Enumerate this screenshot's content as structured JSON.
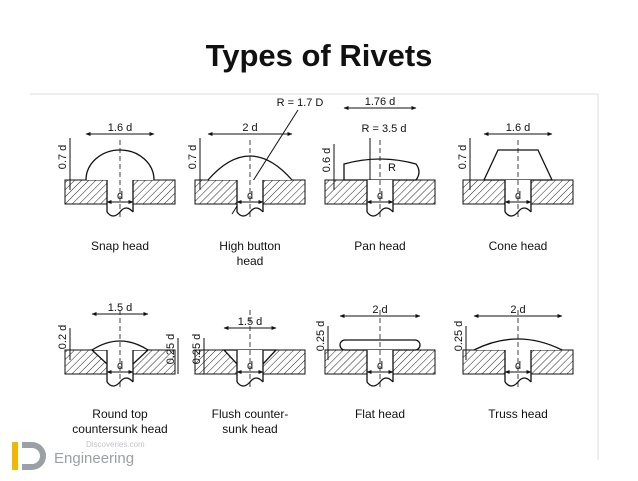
{
  "title": "Types of Rivets",
  "rivets": [
    {
      "name_lines": [
        "Snap head"
      ],
      "dims": [
        "0.7 d",
        "1.6 d",
        "d"
      ]
    },
    {
      "name_lines": [
        "High button",
        "head"
      ],
      "dims": [
        "0.7 d",
        "2 d",
        "R = 1.7 D",
        "d"
      ]
    },
    {
      "name_lines": [
        "Pan head"
      ],
      "dims": [
        "0.6 d",
        "1.76 d",
        "R = 3.5 d",
        "R",
        "d"
      ]
    },
    {
      "name_lines": [
        "Cone head"
      ],
      "dims": [
        "0.7 d",
        "1.6 d",
        "d"
      ]
    },
    {
      "name_lines": [
        "Round top",
        "countersunk head"
      ],
      "dims": [
        "0.2 d",
        "1.5 d",
        "0.25 d",
        "d"
      ]
    },
    {
      "name_lines": [
        "Flush counter-",
        "sunk head"
      ],
      "dims": [
        "0.25 d",
        "1.5 d",
        "d"
      ]
    },
    {
      "name_lines": [
        "Flat head"
      ],
      "dims": [
        "0.25 d",
        "2 d",
        "d"
      ]
    },
    {
      "name_lines": [
        "Truss head"
      ],
      "dims": [
        "0.25 d",
        "2 d",
        "d"
      ]
    }
  ],
  "logo": {
    "word": "Engineering",
    "site": "Discoveries.com",
    "icon": "ed-logo-icon"
  },
  "colors": {
    "ink": "#111111",
    "logo_yellow": "#f2b705",
    "logo_grey": "#9aa0a6"
  }
}
